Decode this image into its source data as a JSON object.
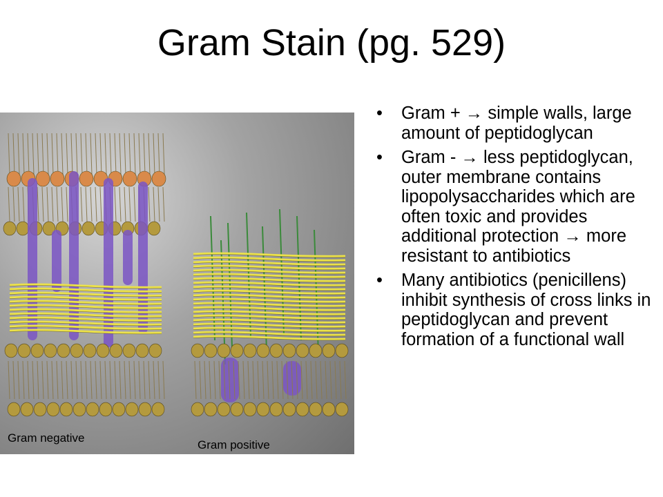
{
  "slide": {
    "title": "Gram Stain (pg. 529)",
    "bullet_marker": "•",
    "bullets": [
      "Gram + → simple walls, large amount of peptidoglycan",
      "Gram - → less peptidoglycan, outer membrane contains lipopolysaccharides which are often toxic and provides additional protection → more resistant to antibiotics",
      "Many antibiotics (penicillens) inhibit synthesis of cross links in peptidoglycan and prevent formation of a functional wall"
    ]
  },
  "figure": {
    "caption_negative": "Gram negative",
    "caption_positive": "Gram positive",
    "colors": {
      "outer_heads": "#d98a4a",
      "inner_heads": "#b49a3e",
      "protein": "#7a55c4",
      "peptidoglycan": "#ece24a",
      "lps_strands": "#3a8a3a",
      "tails": "#8a7a50"
    }
  }
}
